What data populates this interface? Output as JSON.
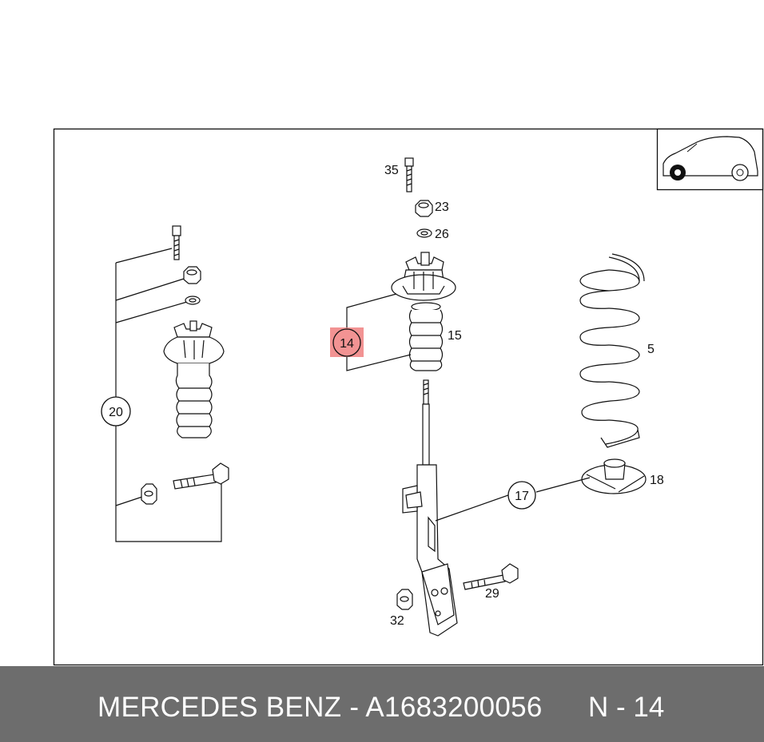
{
  "diagram": {
    "callouts": [
      {
        "id": "20",
        "label": "20"
      },
      {
        "id": "14",
        "label": "14",
        "highlighted": true
      },
      {
        "id": "17",
        "label": "17"
      }
    ],
    "labels": [
      "35",
      "23",
      "26",
      "15",
      "5",
      "18",
      "29",
      "32"
    ],
    "highlight_color": "#f08080"
  },
  "footer": {
    "title": "MERCEDES BENZ - A1683200056",
    "code": "N - 14",
    "background": "#6d6d6d"
  }
}
